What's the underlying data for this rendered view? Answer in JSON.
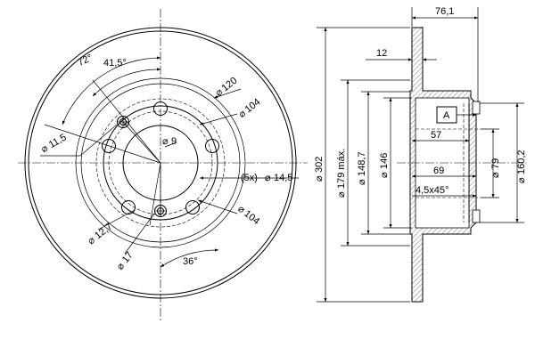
{
  "front_view": {
    "angle_72": "72°",
    "angle_41_5": "41,5°",
    "dia_120": "120",
    "dia_104_top": "104",
    "dia_11_5": "11,5",
    "dia_9": "9",
    "holes_5x": "(5x)",
    "dia_14_5": "14,5",
    "dia_104_bottom": "104",
    "dia_12_7": "12,7",
    "dia_17": "17",
    "angle_36": "36°"
  },
  "section_view": {
    "width_76_1": "76,1",
    "thick_12": "12",
    "dia_302": "302",
    "dia_179": "179 máx.",
    "dia_148_7": "148,7",
    "dia_146": "146",
    "datum_a": "A",
    "dim_57": "57",
    "dim_69": "69",
    "chamfer": "4,5x45°",
    "dia_79": "79",
    "dia_160_2": "160,2"
  },
  "symbols": {
    "diameter": "⌀"
  }
}
